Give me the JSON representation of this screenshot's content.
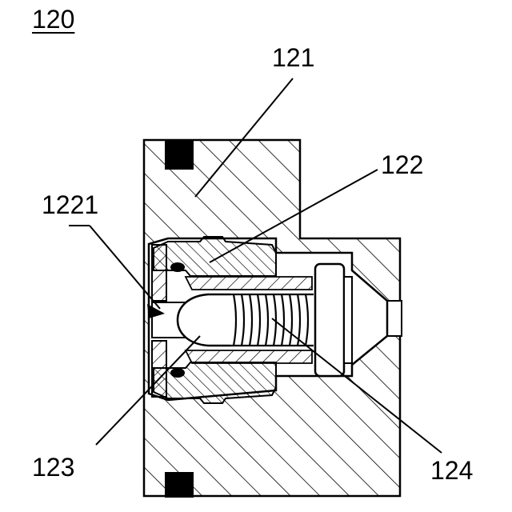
{
  "labels": {
    "assembly": "120",
    "housing": "121",
    "sleeve": "122",
    "sleeve_passage": "1221",
    "plunger": "123",
    "spring": "124"
  }
}
